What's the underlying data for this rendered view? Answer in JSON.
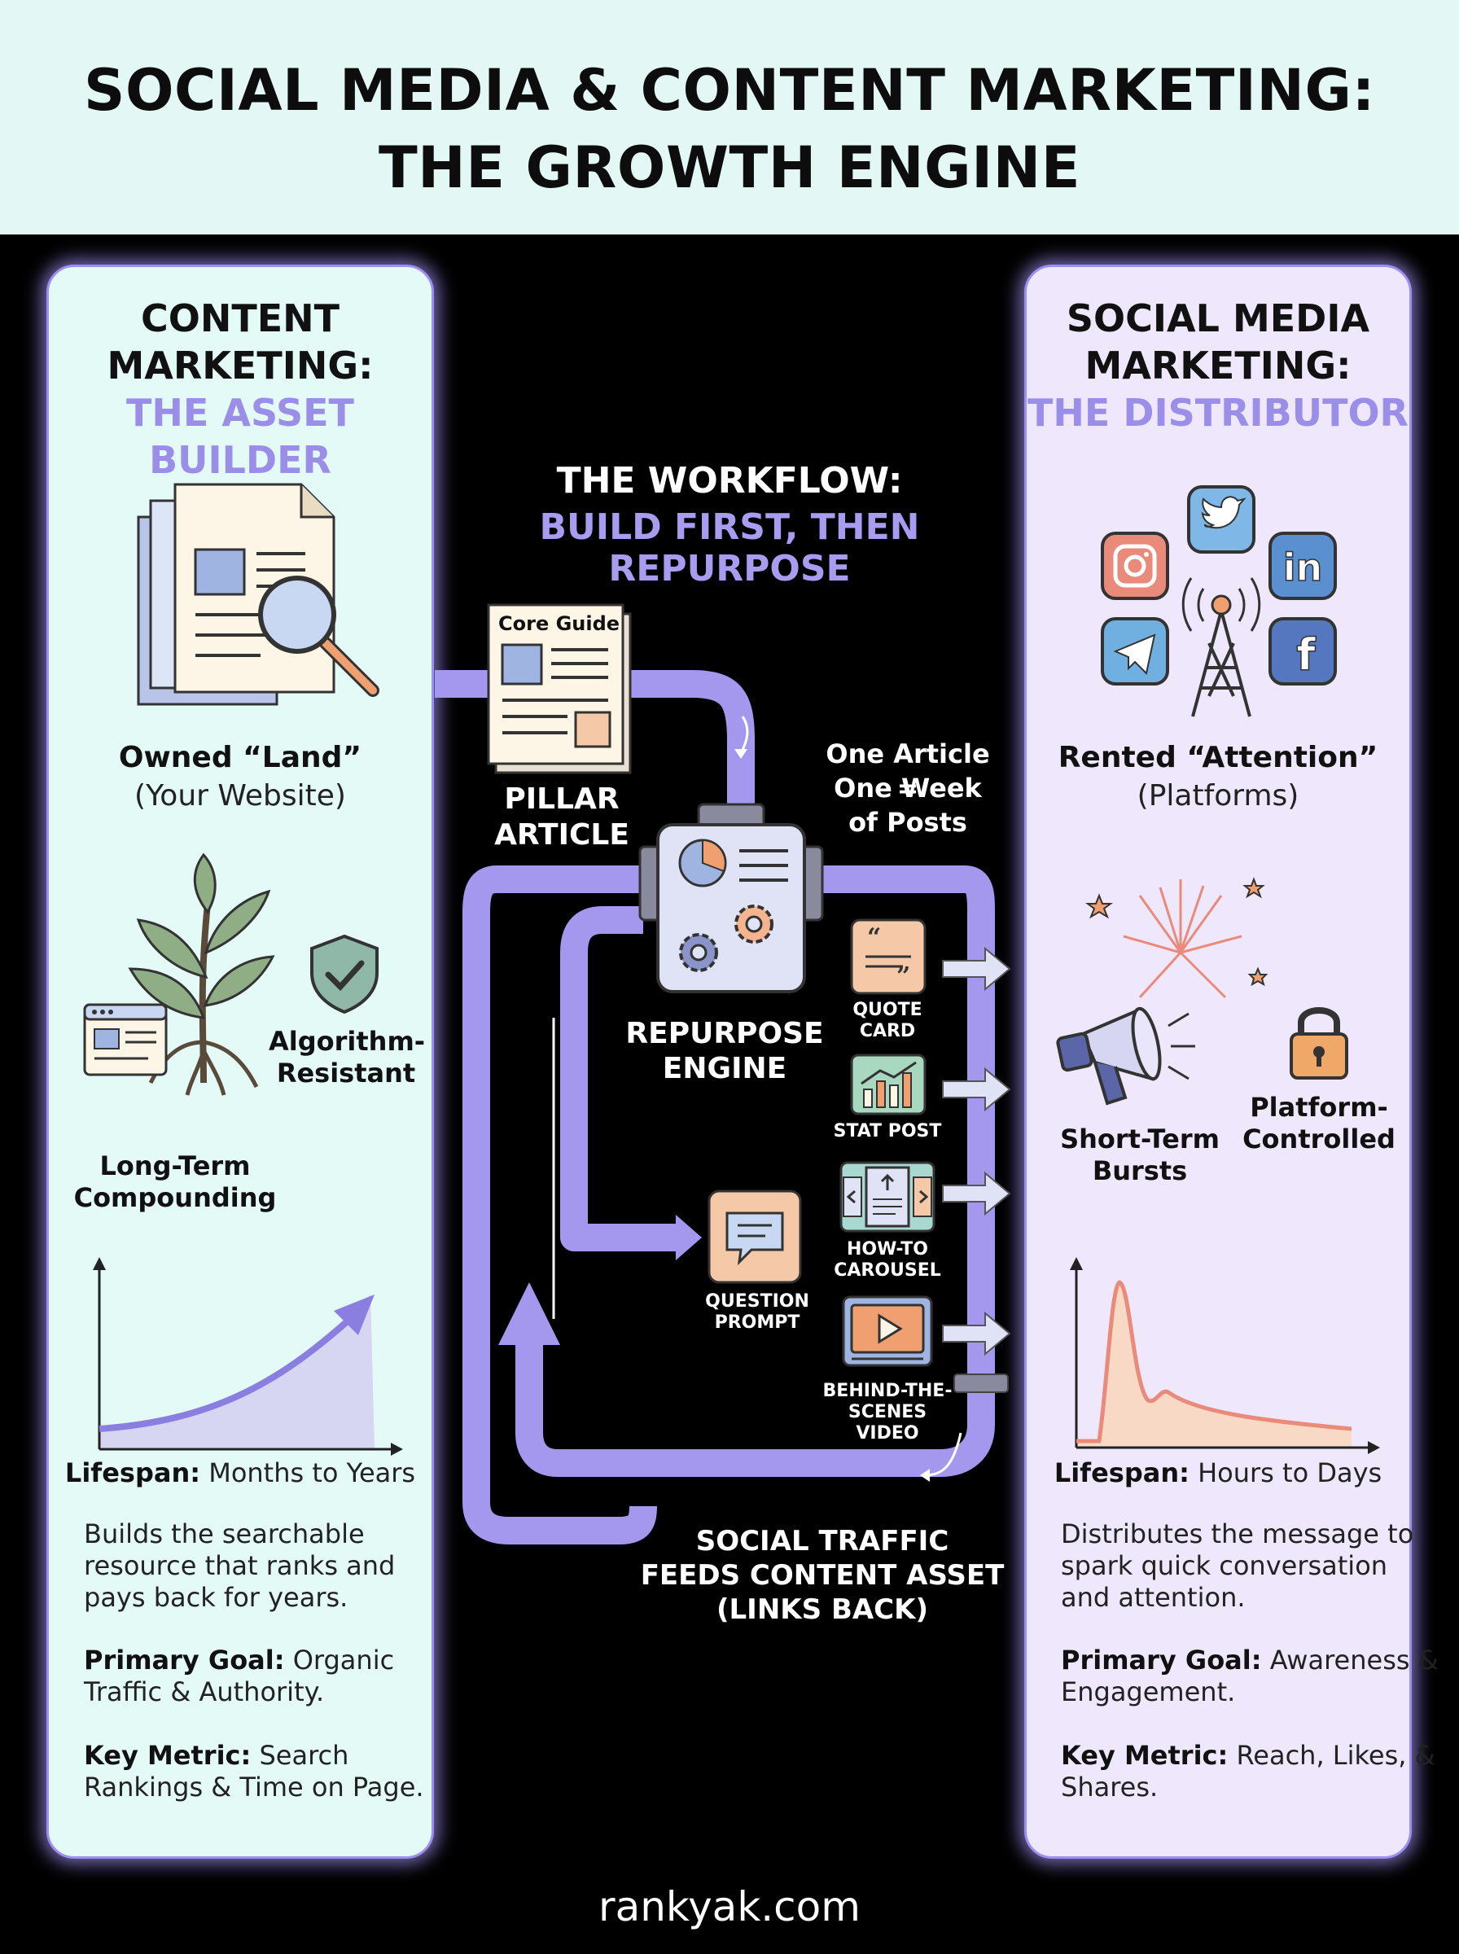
{
  "header": {
    "title_line1": "SOCIAL MEDIA & CONTENT MARKETING:",
    "title_line2": "THE GROWTH ENGINE"
  },
  "left_panel": {
    "heading_line1": "CONTENT",
    "heading_line2": "MARKETING:",
    "subheading": "THE ASSET BUILDER",
    "owned_title": "Owned “Land”",
    "owned_sub": "(Your Website)",
    "algo_line1": "Algorithm-",
    "algo_line2": "Resistant",
    "long_line1": "Long-Term",
    "long_line2": "Compounding",
    "lifespan_label": "Lifespan:",
    "lifespan_value": "Months to Years",
    "desc_line1": "Builds the searchable",
    "desc_line2": "resource that ranks and",
    "desc_line3": "pays back for years.",
    "goal_label": "Primary Goal:",
    "goal_value1": "Organic",
    "goal_value2": "Traffic & Authority.",
    "metric_label": "Key Metric:",
    "metric_value1": "Search",
    "metric_value2": "Rankings & Time on Page."
  },
  "right_panel": {
    "heading_line1": "SOCIAL MEDIA",
    "heading_line2": "MARKETING:",
    "subheading": "THE DISTRIBUTOR",
    "rented_title": "Rented “Attention”",
    "rented_sub": "(Platforms)",
    "bursts_line1": "Short-Term",
    "bursts_line2": "Bursts",
    "controlled_line1": "Platform-",
    "controlled_line2": "Controlled",
    "lifespan_label": "Lifespan:",
    "lifespan_value": "Hours to Days",
    "desc_line1": "Distributes the message to",
    "desc_line2": "spark quick conversation",
    "desc_line3": "and attention.",
    "goal_label": "Primary Goal:",
    "goal_value1": "Awareness &",
    "goal_value2": "Engagement.",
    "metric_label": "Key Metric:",
    "metric_value1": "Reach, Likes, &",
    "metric_value2": "Shares."
  },
  "workflow": {
    "title_line1": "THE WORKFLOW:",
    "title_line2": "BUILD FIRST, THEN REPURPOSE",
    "core_guide": "Core Guide",
    "pillar_line1": "PILLAR",
    "pillar_line2": "ARTICLE",
    "one_article_line1": "One Article =",
    "one_article_line2": "One Week",
    "one_article_line3": "of Posts",
    "engine_line1": "REPURPOSE",
    "engine_line2": "ENGINE",
    "quote_line1": "QUOTE",
    "quote_line2": "CARD",
    "stat_post": "STAT POST",
    "howto_line1": "HOW-TO",
    "howto_line2": "CAROUSEL",
    "question_line1": "QUESTION",
    "question_line2": "PROMPT",
    "bts_line1": "BEHIND-THE-",
    "bts_line2": "SCENES",
    "bts_line3": "VIDEO",
    "traffic_line1": "SOCIAL TRAFFIC",
    "traffic_line2": "FEEDS CONTENT ASSET",
    "traffic_line3": "(LINKS BACK)"
  },
  "footer": {
    "site": "rankyak.com"
  },
  "colors": {
    "accent_purple": "#9b8ee8",
    "pipe": "#a398ee",
    "peach": "#f5c8a8",
    "header_bg": "#e3f8f5"
  }
}
